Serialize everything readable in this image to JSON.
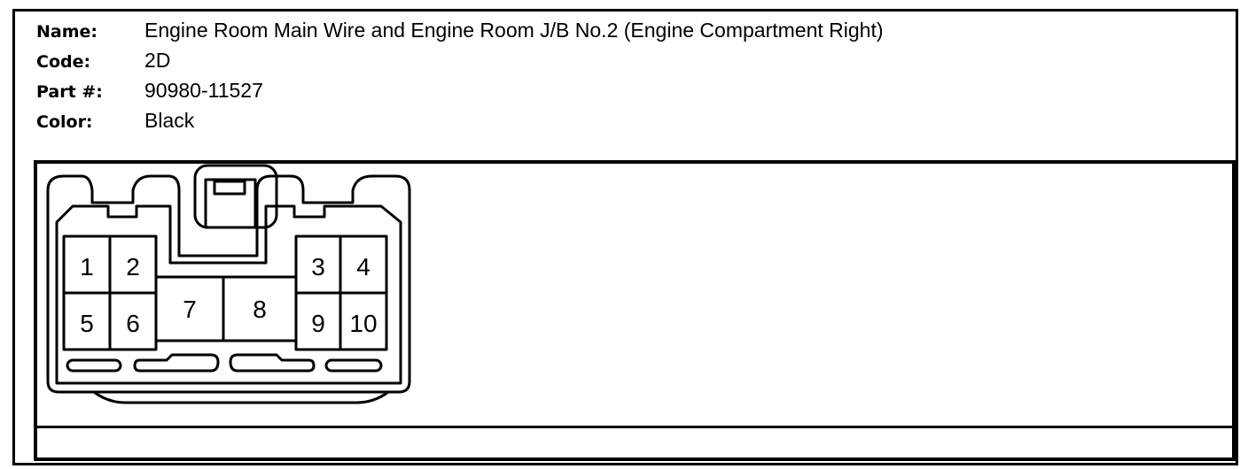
{
  "info": {
    "name_label": "Name:",
    "name_value": "Engine Room Main Wire and Engine Room J/B No.2 (Engine Compartment Right)",
    "code_label": "Code:",
    "code_value": "2D",
    "part_label": "Part #:",
    "part_value": "90980-11527",
    "color_label": "Color:",
    "color_value": "Black"
  },
  "connector": {
    "pins": [
      "1",
      "2",
      "3",
      "4",
      "5",
      "6",
      "7",
      "8",
      "9",
      "10"
    ]
  }
}
